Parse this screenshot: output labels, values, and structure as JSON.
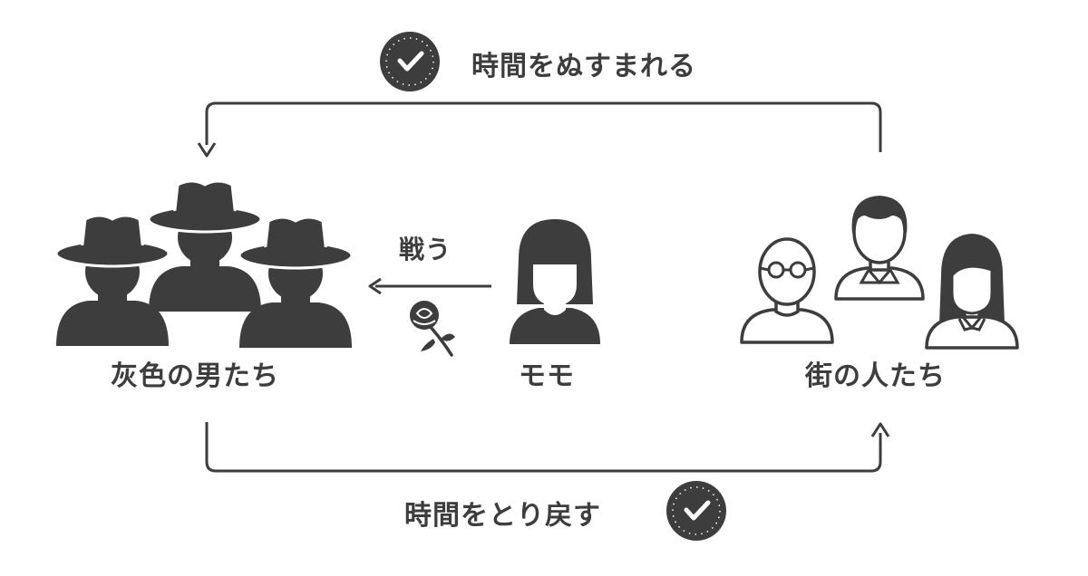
{
  "labels": {
    "steal_time": "時間をぬすまれる",
    "return_time": "時間をとり戻す",
    "fight": "戦う",
    "grey_men": "灰色の男たち",
    "momo": "モモ",
    "townspeople": "街の人たち"
  },
  "icons": {
    "top_clock": "clock-icon",
    "bottom_clock": "clock-icon",
    "grey_men": "hat-figure-icon",
    "momo": "girl-icon",
    "flower": "rose-icon",
    "townspeople_bald": "bald-glasses-man-icon",
    "townspeople_man": "man-collar-icon",
    "townspeople_woman": "woman-icon"
  },
  "colors": {
    "ink": "#3d3d3d",
    "background": "#ffffff"
  }
}
